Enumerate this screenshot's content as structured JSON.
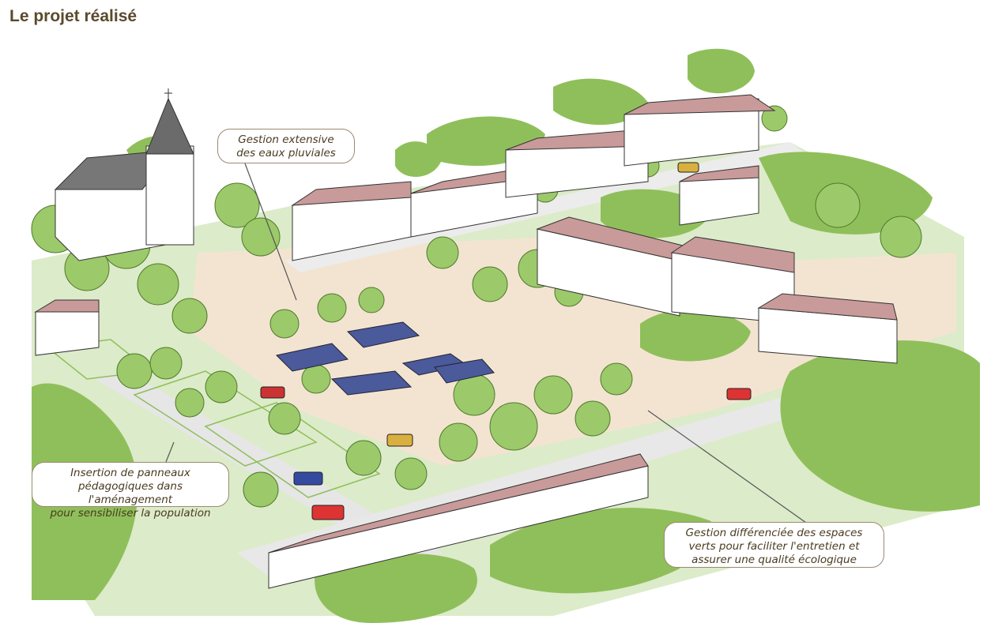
{
  "page": {
    "title": "Le projet réalisé"
  },
  "illustration": {
    "callouts": [
      {
        "lines": [
          "Gestion extensive",
          "des eaux pluviales"
        ]
      },
      {
        "lines": [
          "Insertion de panneaux",
          "pédagogiques dans l'aménagement",
          "pour sensibiliser la population"
        ]
      },
      {
        "lines": [
          "Gestion différenciée des espaces",
          "verts pour faciliter l'entretien et",
          "assurer une qualité écologique"
        ]
      }
    ],
    "colors": {
      "title": "#5b4a2c",
      "tree": "#8fbf5a",
      "ground": "#f3e4d2",
      "roof": "#c99a9a",
      "meadow": "#dcebc9"
    }
  }
}
